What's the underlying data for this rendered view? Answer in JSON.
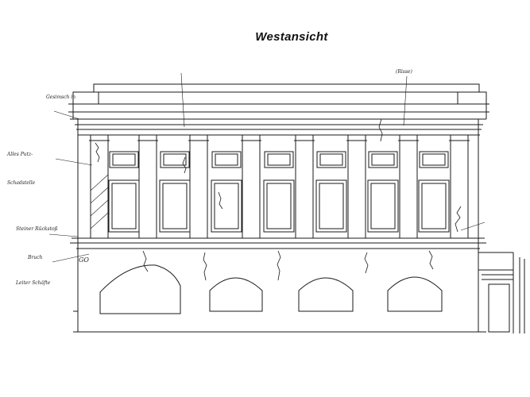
{
  "title": "Westansicht",
  "colors": {
    "ink": "#1a1a1a",
    "paper": "#ffffff"
  },
  "annotations_left": [
    "Gesimsch in",
    "Alles Putz-",
    "Schadstelle",
    "Steiner Rückstoß",
    "Bruch",
    "Leiter Schäfte"
  ],
  "level_label": "GO",
  "top_note": "(Risse)"
}
